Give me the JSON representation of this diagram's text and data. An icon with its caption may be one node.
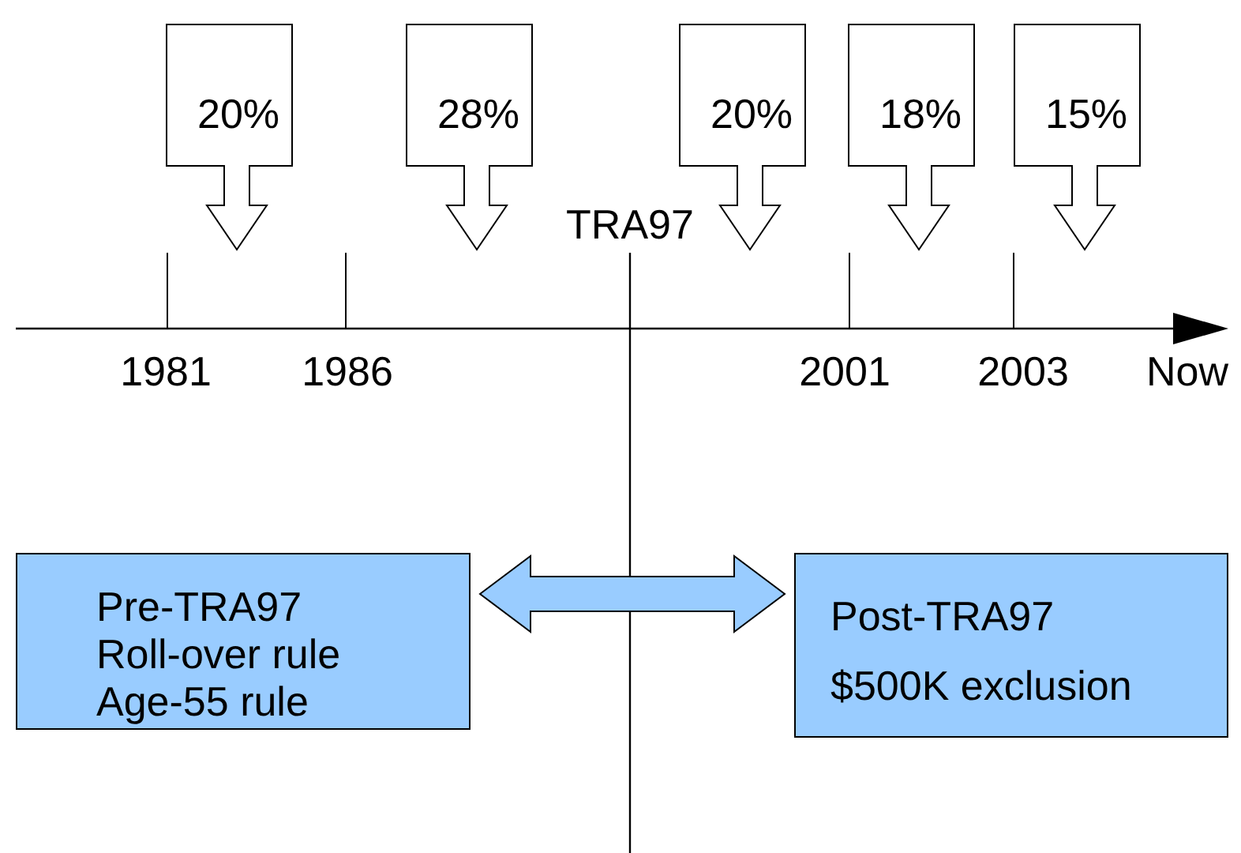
{
  "diagram": {
    "nodes": [
      {
        "text": [
          "20%"
        ]
      },
      {
        "text": [
          "28%"
        ]
      },
      {
        "text": [
          "20%"
        ]
      },
      {
        "text": [
          "18%"
        ]
      },
      {
        "text": [
          "15%"
        ]
      },
      {
        "text": [
          "Pre-TRA97",
          "Roll-over rule",
          "Age-55 rule"
        ]
      },
      {
        "text": [
          "Post-TRA97",
          "$500K exclusion"
        ]
      }
    ],
    "edges": [
      {
        "from": 5,
        "to": 6,
        "arrow": "both"
      }
    ],
    "labels": [
      "TRA97",
      "1981",
      "1986",
      "2001",
      "2003",
      "Now"
    ]
  }
}
